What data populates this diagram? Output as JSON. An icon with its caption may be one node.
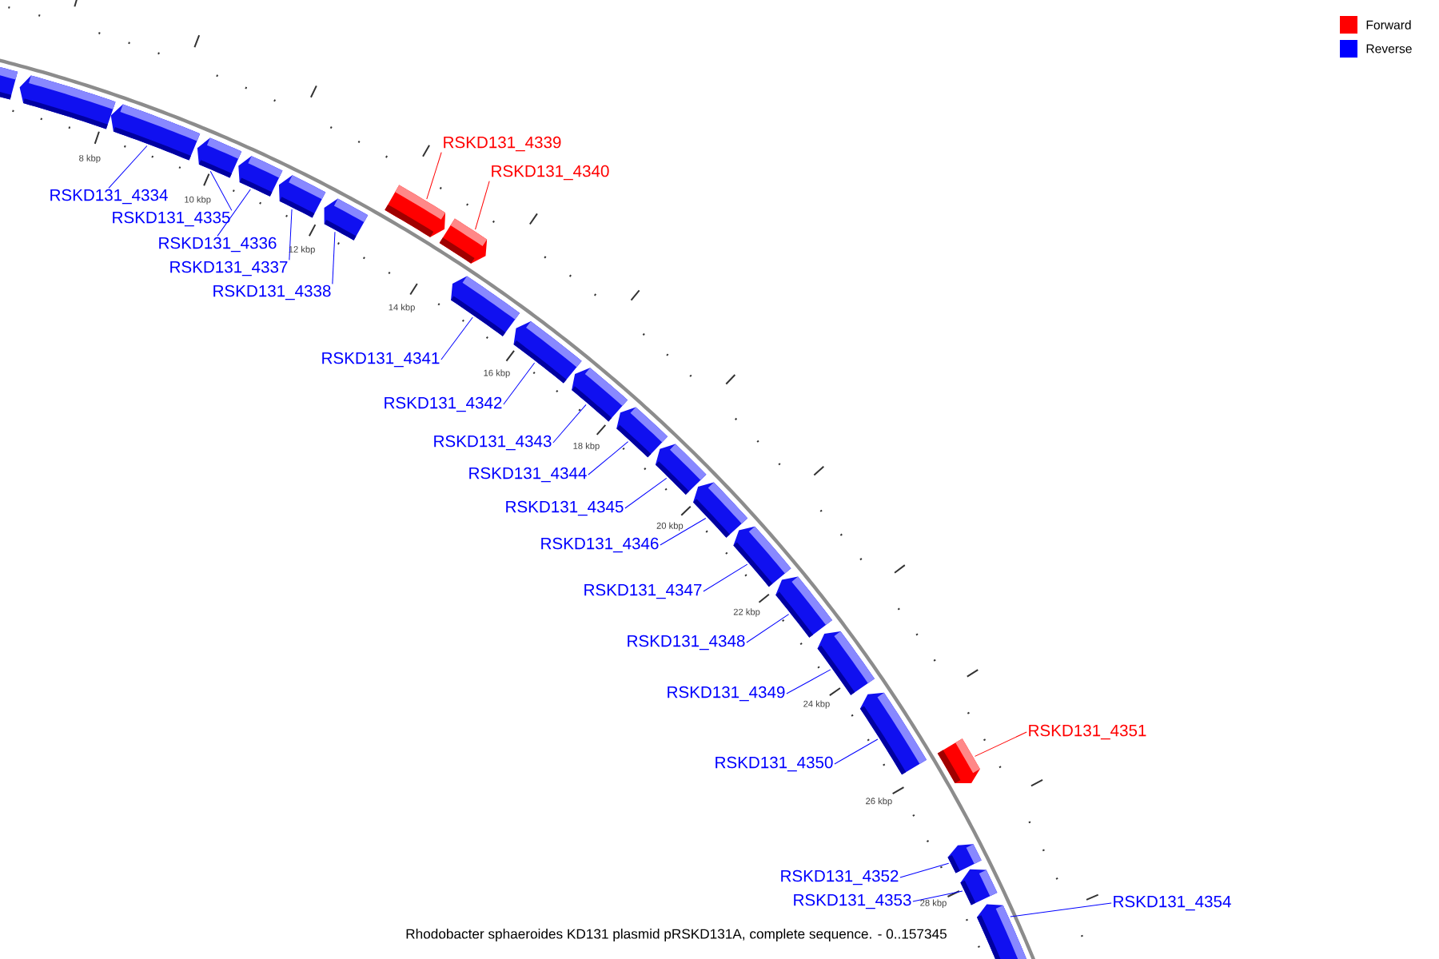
{
  "diagram": {
    "caption": "Rhodobacter sphaeroides KD131 plasmid pRSKD131A, complete sequence. - 0..157345",
    "nodes": [
      {
        "text": [],
        "shape": "bar"
      },
      {
        "text": [],
        "shape": "bar"
      },
      {
        "text": [],
        "shape": "bar"
      },
      {
        "text": [],
        "shape": "bar"
      },
      {
        "text": [],
        "shape": "bar"
      },
      {
        "text": [],
        "shape": "bar"
      },
      {
        "text": [],
        "shape": "bar"
      },
      {
        "text": [],
        "shape": "bar"
      },
      {
        "text": [],
        "shape": "bar"
      },
      {
        "text": [],
        "shape": "bar"
      },
      {
        "text": [],
        "shape": "bar"
      },
      {
        "text": [],
        "shape": "bar"
      },
      {
        "text": [],
        "shape": "bar"
      },
      {
        "text": [],
        "shape": "bar"
      },
      {
        "text": [],
        "shape": "bar"
      },
      {
        "text": [],
        "shape": "bar"
      },
      {
        "text": [],
        "shape": "bar"
      },
      {
        "text": [],
        "shape": "bar"
      },
      {
        "text": [],
        "shape": "bar"
      },
      {
        "text": [],
        "shape": "bar"
      },
      {
        "text": [],
        "shape": "bar"
      },
      {
        "text": [],
        "shape": "bar"
      },
      {
        "text": [],
        "shape": "bar"
      },
      {
        "text": [
          "RSKD131_4334"
        ]
      },
      {
        "text": [
          "RSKD131_4335"
        ]
      },
      {
        "text": [
          "RSKD131_4336"
        ]
      },
      {
        "text": [
          "RSKD131_4337"
        ]
      },
      {
        "text": [
          "RSKD131_4338"
        ]
      },
      {
        "text": [
          "RSKD131_4339"
        ]
      },
      {
        "text": [
          "RSKD131_4340"
        ]
      },
      {
        "text": [
          "RSKD131_4341"
        ]
      },
      {
        "text": [
          "RSKD131_4342"
        ]
      },
      {
        "text": [
          "RSKD131_4343"
        ]
      },
      {
        "text": [
          "RSKD131_4344"
        ]
      },
      {
        "text": [
          "RSKD131_4345"
        ]
      },
      {
        "text": [
          "RSKD131_4346"
        ]
      },
      {
        "text": [
          "RSKD131_4347"
        ]
      },
      {
        "text": [
          "RSKD131_4348"
        ]
      },
      {
        "text": [
          "RSKD131_4349"
        ]
      },
      {
        "text": [
          "RSKD131_4350"
        ]
      },
      {
        "text": [
          "RSKD131_4351"
        ]
      },
      {
        "text": [
          "RSKD131_4352"
        ]
      },
      {
        "text": [
          "RSKD131_4353"
        ]
      },
      {
        "text": [
          "RSKD131_4354"
        ]
      }
    ],
    "edges": [
      {
        "from": 23,
        "to": 2,
        "arrow": "none"
      },
      {
        "from": 24,
        "to": 3,
        "arrow": "none"
      },
      {
        "from": 25,
        "to": 4,
        "arrow": "none"
      },
      {
        "from": 26,
        "to": 5,
        "arrow": "none"
      },
      {
        "from": 27,
        "to": 6,
        "arrow": "none"
      },
      {
        "from": 28,
        "to": 7,
        "arrow": "none",
        "color": "#ff0000"
      },
      {
        "from": 29,
        "to": 8,
        "arrow": "none",
        "color": "#ff0000"
      },
      {
        "from": 30,
        "to": 9,
        "arrow": "none"
      },
      {
        "from": 31,
        "to": 10,
        "arrow": "none"
      },
      {
        "from": 32,
        "to": 11,
        "arrow": "none"
      },
      {
        "from": 33,
        "to": 12,
        "arrow": "none"
      },
      {
        "from": 34,
        "to": 13,
        "arrow": "none"
      },
      {
        "from": 35,
        "to": 14,
        "arrow": "none"
      },
      {
        "from": 36,
        "to": 15,
        "arrow": "none"
      },
      {
        "from": 37,
        "to": 16,
        "arrow": "none"
      },
      {
        "from": 38,
        "to": 17,
        "arrow": "none"
      },
      {
        "from": 39,
        "to": 18,
        "arrow": "none"
      },
      {
        "from": 40,
        "to": 19,
        "arrow": "none",
        "color": "#ff0000"
      },
      {
        "from": 41,
        "to": 20,
        "arrow": "none"
      },
      {
        "from": 42,
        "to": 21,
        "arrow": "none"
      },
      {
        "from": 43,
        "to": 22,
        "arrow": "none"
      }
    ],
    "labels": [
      "8 kbp",
      "10 kbp",
      "12 kbp",
      "14 kbp",
      "16 kbp",
      "18 kbp",
      "20 kbp",
      "22 kbp",
      "24 kbp",
      "26 kbp",
      "28 kbp"
    ],
    "legend": [
      {
        "text": "Forward",
        "color": "#ff0000"
      },
      {
        "text": "Reverse",
        "color": "#0000ff"
      }
    ]
  }
}
